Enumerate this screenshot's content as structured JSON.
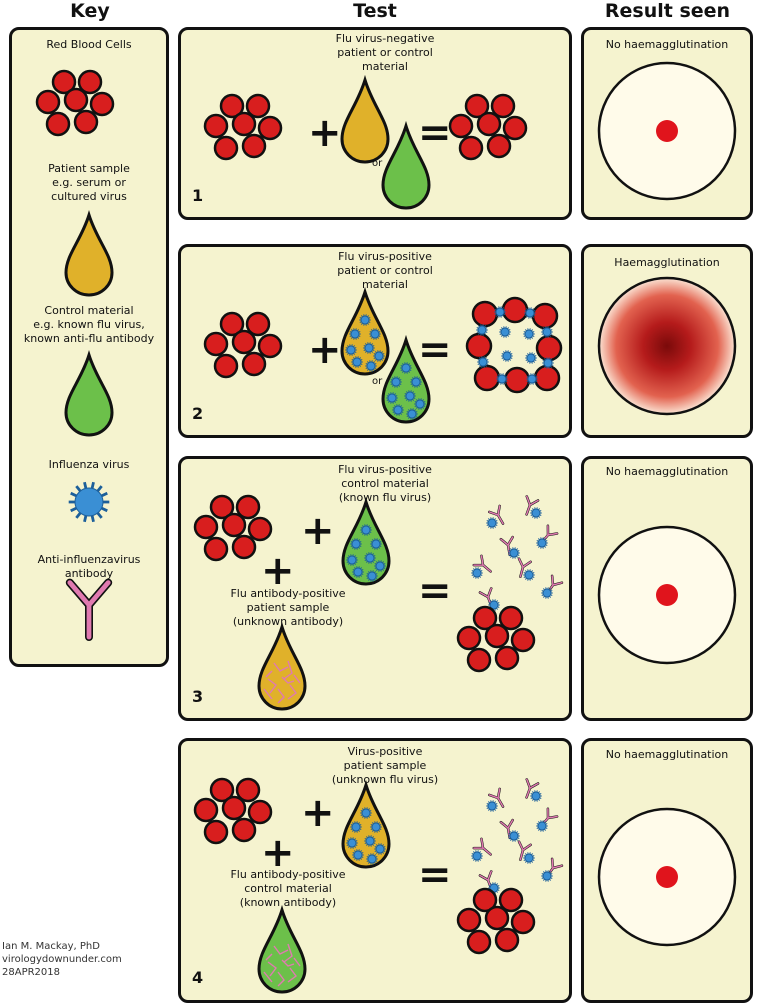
{
  "titles": {
    "key": "Key",
    "test": "Test",
    "result": "Result seen"
  },
  "key": {
    "rbc": "Red Blood Cells",
    "patient_sample": "Patient sample\ne.g. serum or\ncultured virus",
    "control_material": "Control material\ne.g. known flu virus,\nknown anti-flu antibody",
    "influenza_virus": "Influenza virus",
    "antibody": "Anti-influenzavirus\nantibody"
  },
  "tests": [
    {
      "number": "1",
      "label": "Flu virus-negative\npatient or control\nmaterial",
      "or": "or",
      "result": "No haemagglutination"
    },
    {
      "number": "2",
      "label": "Flu virus-positive\npatient or control\nmaterial",
      "or": "or",
      "result": "Haemagglutination"
    },
    {
      "number": "3",
      "label_top": "Flu virus-positive\ncontrol material\n(known flu virus)",
      "label_bottom": "Flu antibody-positive\npatient sample\n(unknown antibody)",
      "result": "No haemagglutination"
    },
    {
      "number": "4",
      "label_top": "Virus-positive\npatient sample\n(unknown flu virus)",
      "label_bottom": "Flu antibody-positive\ncontrol material\n(known antibody)",
      "result": "No haemagglutination"
    }
  ],
  "operators": {
    "plus": "+",
    "equals": "="
  },
  "credit": "Ian M. Mackay, PhD\nvirologydownunder.com\n28APR2018",
  "colors": {
    "panel": "#f5f3cf",
    "rbc": "#d81e1e",
    "yellow_drop": "#e0b12a",
    "green_drop": "#6cc04a",
    "virus": "#3a8fd4",
    "antibody": "#e07ab0",
    "well": "#fffbea"
  }
}
